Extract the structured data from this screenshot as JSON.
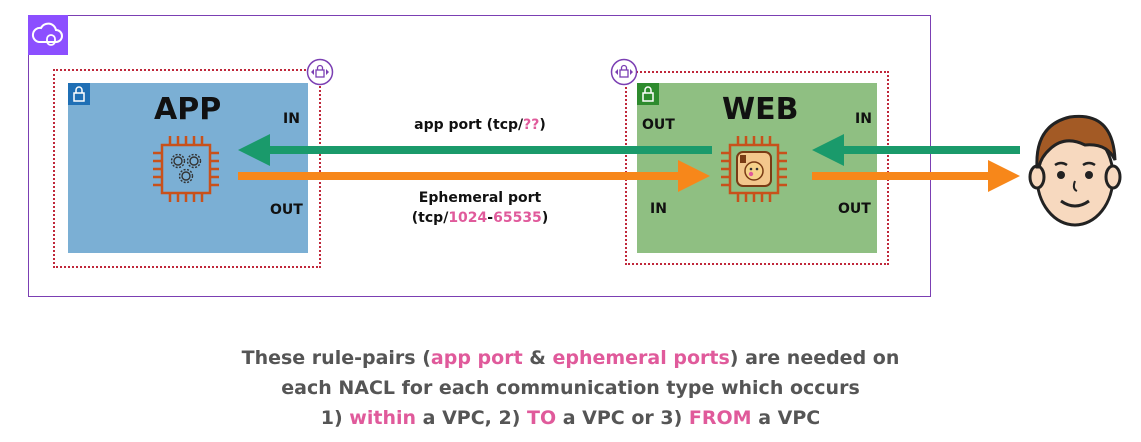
{
  "colors": {
    "vpc_border": "#7b3fb3",
    "vpc_icon_bg": "#8c4fff",
    "nacl_border": "#c0283b",
    "app_subnet": "#7bafd4",
    "web_subnet": "#8fbf82",
    "chip": "#c8511b",
    "arrow_green": "#1a9a6b",
    "arrow_orange": "#f7871a",
    "highlight": "#e05a9b",
    "footer_text": "#555555"
  },
  "app": {
    "title": "APP",
    "in_label": "IN",
    "out_label": "OUT"
  },
  "web": {
    "title": "WEB",
    "in_label_right": "IN",
    "out_label_left": "OUT",
    "in_label_left": "IN",
    "out_label_right": "OUT"
  },
  "app_port": {
    "prefix": "app port (tcp/",
    "highlight": "??",
    "suffix": ")"
  },
  "ephemeral": {
    "line1": "Ephemeral port",
    "prefix": "(tcp/",
    "start": "1024",
    "dash": "-",
    "end": "65535",
    "suffix": ")"
  },
  "footer": {
    "l1_a": "These rule-pairs (",
    "l1_b": "app port",
    "l1_c": " & ",
    "l1_d": "ephemeral ports",
    "l1_e": ") are needed on",
    "l2": "each NACL for each communication type which occurs",
    "l3_a": "1) ",
    "l3_b": "within",
    "l3_c": " a VPC, 2) ",
    "l3_d": "TO",
    "l3_e": " a VPC or 3) ",
    "l3_f": "FROM",
    "l3_g": " a VPC"
  }
}
